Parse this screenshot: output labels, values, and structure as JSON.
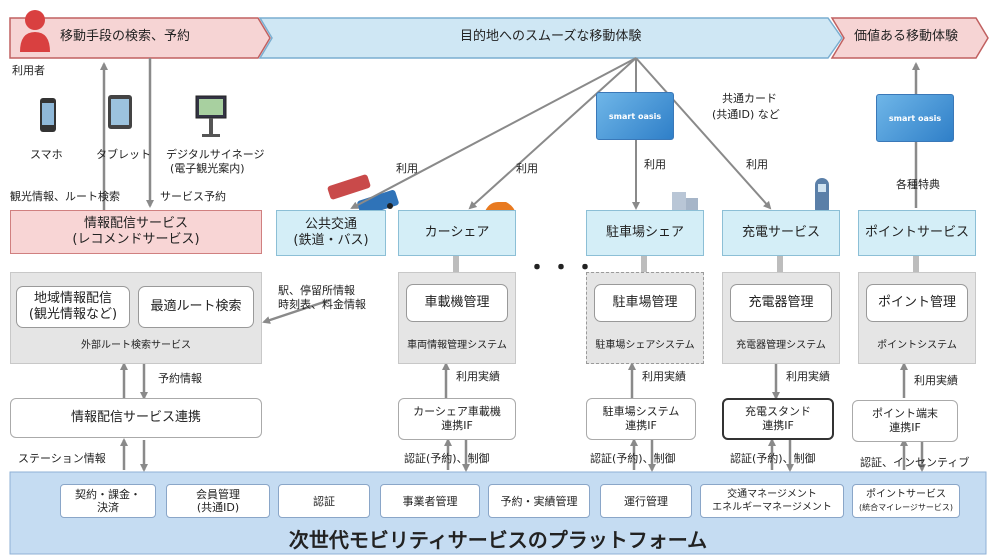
{
  "banner": {
    "left": "移動手段の検索、予約",
    "center": "目的地へのスムーズな移動体験",
    "right": "価値ある移動体験"
  },
  "user_label": "利用者",
  "devices": {
    "smartphone": "スマホ",
    "tablet": "タブレット",
    "signage_line1": "デジタルサイネージ",
    "signage_line2": "(電子観光案内)"
  },
  "cards": {
    "card_text": "smart oasis",
    "common_card_line1": "共通カード",
    "common_card_line2": "(共通ID) など"
  },
  "flow_labels": {
    "tourism_route": "観光情報、ルート検索",
    "service_booking": "サービス予約",
    "use": "利用",
    "benefits": "各種特典",
    "station_info_line1": "駅、停留所情報",
    "station_info_line2": "時刻表、料金情報",
    "booking_info": "予約情報",
    "usage_record": "利用実績",
    "station_info": "ステーション情報",
    "auth_control": "認証(予約)、制御",
    "auth_incentive": "認証、インセンティブ"
  },
  "services": {
    "info_line1": "情報配信サービス",
    "info_line2": "(レコメンドサービス)",
    "transit_line1": "公共交通",
    "transit_line2": "(鉄道・バス)",
    "carshare": "カーシェア",
    "parking": "駐車場シェア",
    "charging": "充電サービス",
    "points": "ポイントサービス"
  },
  "ellipsis": "・・・",
  "systems": {
    "regional_line1": "地域情報配信",
    "regional_line2": "(観光情報など)",
    "optimal_route": "最適ルート検索",
    "external_route": "外部ルート検索サービス",
    "vehicle_mgmt": "車載機管理",
    "vehicle_system": "車両情報管理システム",
    "parking_mgmt": "駐車場管理",
    "parking_system": "駐車場シェアシステム",
    "charger_mgmt": "充電器管理",
    "charger_system": "充電器管理システム",
    "point_mgmt": "ポイント管理",
    "point_system": "ポイントシステム"
  },
  "interfaces": {
    "info_link": "情報配信サービス連携",
    "carshare_if_line1": "カーシェア車載機",
    "carshare_if_line2": "連携IF",
    "parking_if_line1": "駐車場システム",
    "parking_if_line2": "連携IF",
    "charging_if_line1": "充電スタンド",
    "charging_if_line2": "連携IF",
    "point_if_line1": "ポイント端末",
    "point_if_line2": "連携IF"
  },
  "platform": {
    "title": "次世代モビリティサービスのプラットフォーム",
    "modules": [
      {
        "l1": "契約・課金・",
        "l2": "決済"
      },
      {
        "l1": "会員管理",
        "l2": "(共通ID)"
      },
      {
        "l1": "認証",
        "l2": ""
      },
      {
        "l1": "事業者管理",
        "l2": ""
      },
      {
        "l1": "予約・実績管理",
        "l2": ""
      },
      {
        "l1": "運行管理",
        "l2": ""
      },
      {
        "l1": "交通マネージメント",
        "l2": "エネルギーマネージメント"
      },
      {
        "l1": "ポイントサービス",
        "l2": "(統合マイレージサービス)"
      }
    ]
  },
  "colors": {
    "banner_pink": "#f6d4d4",
    "banner_blue": "#cfe7f4",
    "service_blue": "#d4eef7",
    "service_pink": "#f8d5d5",
    "system_gray": "#e5e5e5",
    "platform_blue": "#c5dcf2",
    "arrow_gray": "#8a8a8a",
    "user_red": "#d94040"
  }
}
